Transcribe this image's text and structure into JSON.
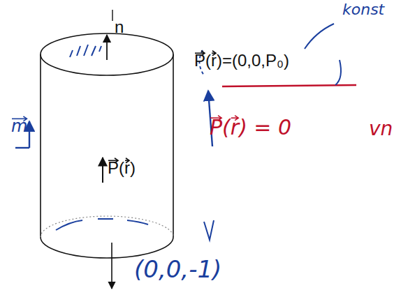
{
  "diagram": {
    "labels": [
      "konst",
      "n",
      "P(r)=(0,0,P₀)",
      "m",
      "P(r) = 0",
      "vn",
      "P(r)",
      "(0,0,-1)"
    ]
  }
}
